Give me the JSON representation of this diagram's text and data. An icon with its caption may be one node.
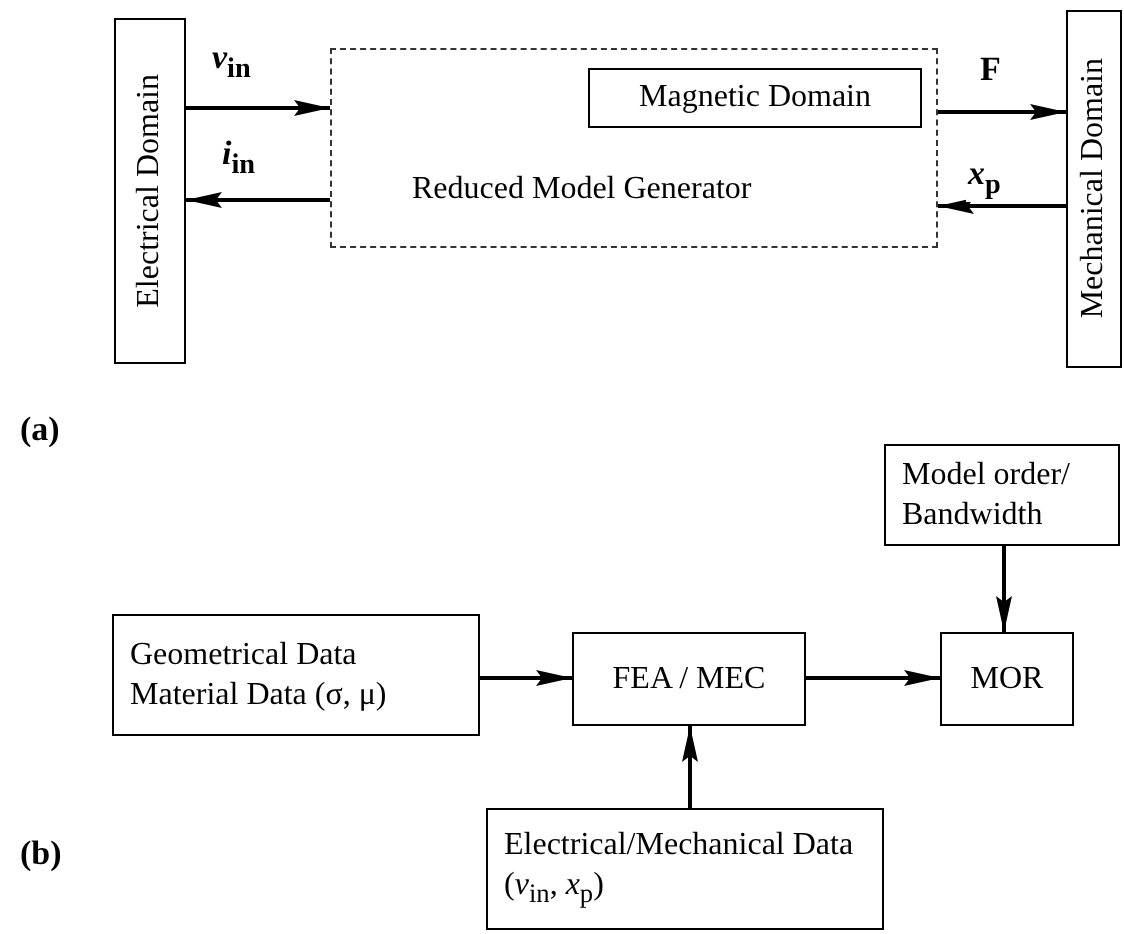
{
  "diagram": {
    "nodes": [
      {
        "text": [
          "Electrical Domain"
        ]
      },
      {
        "text": [
          "Reduced Model Generator"
        ]
      },
      {
        "text": [
          "Magnetic Domain"
        ],
        "in": 1
      },
      {
        "text": [
          "Mechanical Domain"
        ]
      },
      {
        "text": [
          "Geometrical Data Material Data (σ, μ)"
        ]
      },
      {
        "text": [
          "FEA / MEC"
        ]
      },
      {
        "text": [
          "MOR"
        ]
      },
      {
        "text": [
          "Model order/ Bandwidth"
        ]
      },
      {
        "text": [
          "Electrical/Mechanical Data (*v*$_{in}$, *x*$_{p}$)"
        ]
      }
    ],
    "edges": [
      {
        "from": 0,
        "to": 1,
        "arrow": "to",
        "label": "*v*$_{in}$"
      },
      {
        "from": 1,
        "to": 0,
        "arrow": "to",
        "label": "*i*$_{in}$"
      },
      {
        "from": 1,
        "to": 3,
        "arrow": "to",
        "label": "F"
      },
      {
        "from": 3,
        "to": 1,
        "arrow": "to",
        "label": "*x*$_{p}$"
      },
      {
        "from": 4,
        "to": 5,
        "arrow": "to"
      },
      {
        "from": 8,
        "to": 5,
        "arrow": "to"
      },
      {
        "from": 5,
        "to": 6,
        "arrow": "to"
      },
      {
        "from": 7,
        "to": 6,
        "arrow": "to"
      }
    ],
    "labels": [
      "(a)",
      "(b)"
    ]
  }
}
